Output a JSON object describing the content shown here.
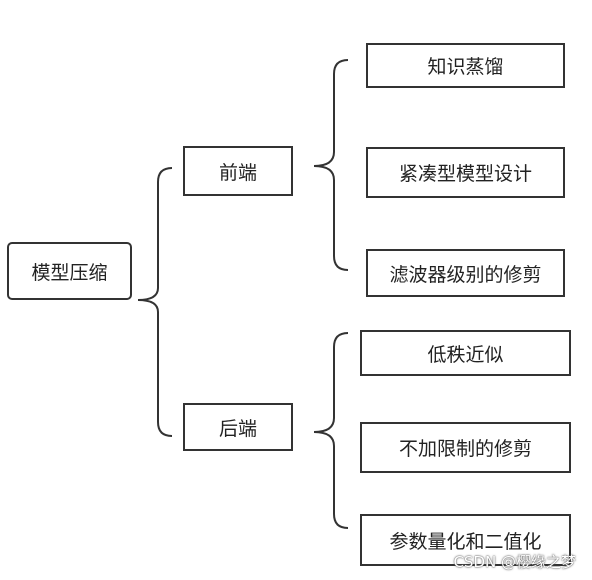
{
  "root": {
    "label": "模型压缩"
  },
  "branches": [
    {
      "label": "前端",
      "children": [
        "知识蒸馏",
        "紧凑型模型设计",
        "滤波器级别的修剪"
      ]
    },
    {
      "label": "后端",
      "children": [
        "低秩近似",
        "不加限制的修剪",
        "参数量化和二值化"
      ]
    }
  ],
  "watermark": "CSDN @樱缘之梦"
}
